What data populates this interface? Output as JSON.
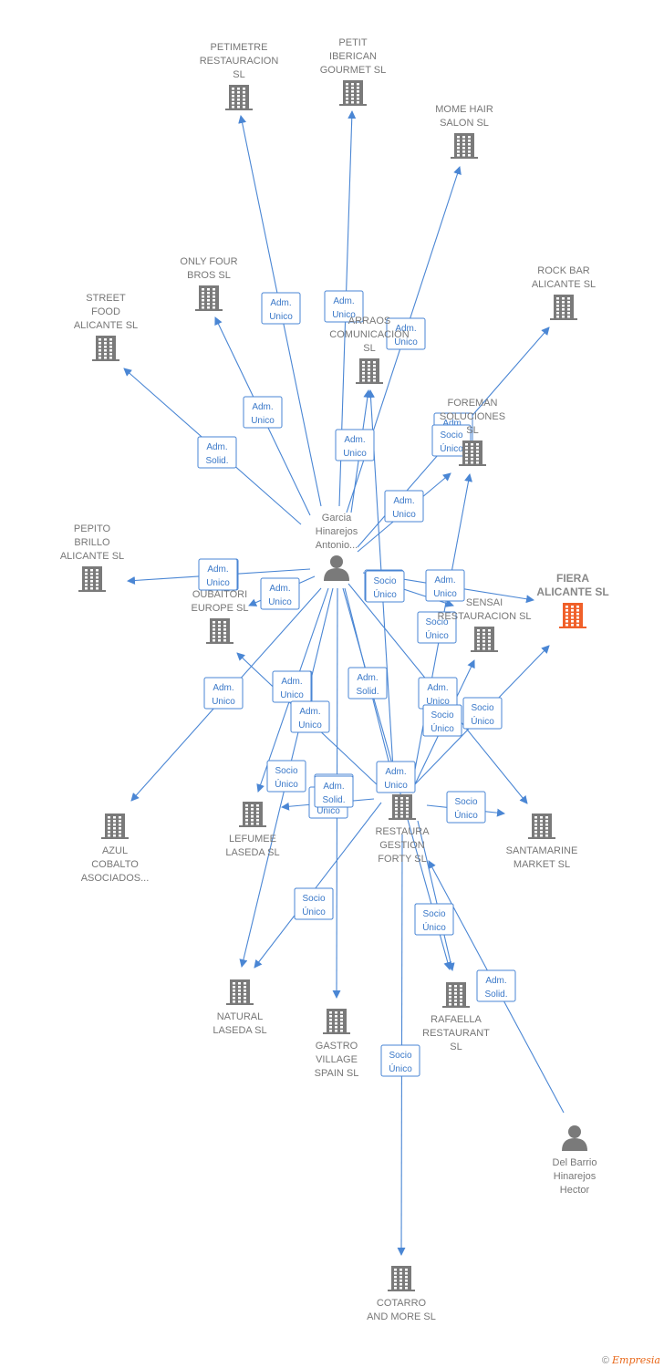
{
  "colors": {
    "edge": "#4a86d4",
    "building": "#7a7a7a",
    "building_highlight": "#f0602a",
    "person": "#7a7a7a",
    "label": "#777777"
  },
  "nodes": [
    {
      "id": "petimetre",
      "type": "company",
      "label": [
        "PETIMETRE",
        "RESTAURACION",
        "SL"
      ]
    },
    {
      "id": "petit",
      "type": "company",
      "label": [
        "PETIT",
        "IBERICAN",
        "GOURMET SL"
      ]
    },
    {
      "id": "mome",
      "type": "company",
      "label": [
        "MOME HAIR",
        "SALON  SL"
      ]
    },
    {
      "id": "onlyfour",
      "type": "company",
      "label": [
        "ONLY FOUR",
        "BROS  SL"
      ]
    },
    {
      "id": "street",
      "type": "company",
      "label": [
        "STREET",
        "FOOD",
        "ALICANTE  SL"
      ]
    },
    {
      "id": "rockbar",
      "type": "company",
      "label": [
        "ROCK BAR",
        "ALICANTE  SL"
      ]
    },
    {
      "id": "arraos",
      "type": "company",
      "label": [
        "ARRAOS",
        "COMUNICACION",
        "SL"
      ]
    },
    {
      "id": "foreman",
      "type": "company",
      "label": [
        "FOREMAN",
        "SOLUCIONES",
        "SL"
      ]
    },
    {
      "id": "pepito",
      "type": "company",
      "label": [
        "PEPITO",
        "BRILLO",
        "ALICANTE  SL"
      ]
    },
    {
      "id": "garcia",
      "type": "person",
      "label": [
        "Garcia",
        "Hinarejos",
        "Antonio..."
      ]
    },
    {
      "id": "fiera",
      "type": "company",
      "highlight": true,
      "label": [
        "FIERA",
        "ALICANTE  SL"
      ]
    },
    {
      "id": "oubaitori",
      "type": "company",
      "label": [
        "OUBAITORI",
        "EUROPE  SL"
      ]
    },
    {
      "id": "sensai",
      "type": "company",
      "label": [
        "SENSAI",
        "RESTAURACION SL"
      ]
    },
    {
      "id": "azul",
      "type": "company",
      "label": [
        "AZUL",
        "COBALTO",
        "ASOCIADOS..."
      ]
    },
    {
      "id": "lefumee",
      "type": "company",
      "label": [
        "LEFUMEE",
        "LASEDA  SL"
      ]
    },
    {
      "id": "restaura",
      "type": "company",
      "label": [
        "RESTAURA",
        "GESTION",
        "FORTY SL"
      ]
    },
    {
      "id": "santamarine",
      "type": "company",
      "label": [
        "SANTAMARINE",
        "MARKET  SL"
      ]
    },
    {
      "id": "natural",
      "type": "company",
      "label": [
        "NATURAL",
        "LASEDA  SL"
      ]
    },
    {
      "id": "gastro",
      "type": "company",
      "label": [
        "GASTRO",
        "VILLAGE",
        "SPAIN  SL"
      ]
    },
    {
      "id": "rafaella",
      "type": "company",
      "label": [
        "RAFAELLA",
        "RESTAURANT",
        "SL"
      ]
    },
    {
      "id": "delbarrio",
      "type": "person",
      "label": [
        "Del Barrio",
        "Hinarejos",
        "Hector"
      ]
    },
    {
      "id": "cotarro",
      "type": "company",
      "label": [
        "COTARRO",
        "AND MORE  SL"
      ]
    }
  ],
  "edges": [
    {
      "from": "garcia",
      "to": "petimetre",
      "label": [
        "Adm.",
        "Unico"
      ]
    },
    {
      "from": "garcia",
      "to": "petit",
      "label": [
        "Adm.",
        "Unico"
      ]
    },
    {
      "from": "garcia",
      "to": "mome",
      "label": [
        "Adm.",
        "Unico"
      ]
    },
    {
      "from": "garcia",
      "to": "onlyfour",
      "label": [
        "Adm.",
        "Unico"
      ]
    },
    {
      "from": "garcia",
      "to": "street",
      "label": [
        "Adm.",
        "Solid."
      ]
    },
    {
      "from": "garcia",
      "to": "arraos",
      "label": [
        "Adm.",
        "Unico"
      ]
    },
    {
      "from": "garcia",
      "to": "rockbar",
      "label": [
        "Adm.",
        "Unico"
      ]
    },
    {
      "from": "garcia",
      "to": "foreman",
      "label": [
        "Adm.",
        "Unico"
      ]
    },
    {
      "from": "garcia",
      "to": "pepito",
      "label": [
        "Adm.",
        "Unico"
      ]
    },
    {
      "from": "garcia",
      "to": "oubaitori",
      "label": [
        "Adm.",
        "Unico"
      ]
    },
    {
      "from": "garcia",
      "to": "fiera",
      "label": [
        "Adm.",
        "Unico"
      ]
    },
    {
      "from": "garcia",
      "to": "sensai",
      "label": [
        "Socio",
        "Único"
      ]
    },
    {
      "from": "garcia",
      "to": "azul",
      "label": [
        "Adm.",
        "Unico"
      ]
    },
    {
      "from": "garcia",
      "to": "lefumee",
      "label": [
        "Adm.",
        "Unico"
      ]
    },
    {
      "from": "garcia",
      "to": "natural",
      "label": [
        "Socio",
        "Único"
      ]
    },
    {
      "from": "garcia",
      "to": "gastro",
      "label": [
        "Adm.",
        "Unico"
      ]
    },
    {
      "from": "garcia",
      "to": "restaura",
      "label": [
        "Adm.",
        "Solid."
      ]
    },
    {
      "from": "garcia",
      "to": "santamarine",
      "label": [
        "Adm.",
        "Unico"
      ]
    },
    {
      "from": "garcia",
      "to": "rafaella",
      "label": [
        "Socio",
        "Único"
      ]
    },
    {
      "from": "restaura",
      "to": "arraos",
      "label": [
        "Socio",
        "Único"
      ]
    },
    {
      "from": "restaura",
      "to": "fiera",
      "label": [
        "Socio",
        "Único"
      ]
    },
    {
      "from": "restaura",
      "to": "foreman",
      "label": [
        "Socio",
        "Único"
      ]
    },
    {
      "from": "restaura",
      "to": "oubaitori",
      "label": [
        "Adm.",
        "Unico"
      ]
    },
    {
      "from": "restaura",
      "to": "lefumee",
      "label": [
        "Socio",
        "Único"
      ]
    },
    {
      "from": "restaura",
      "to": "natural",
      "label": [
        "Socio",
        "Único"
      ]
    },
    {
      "from": "restaura",
      "to": "santamarine",
      "label": [
        "Socio",
        "Único"
      ]
    },
    {
      "from": "restaura",
      "to": "rafaella",
      "label": [
        "Socio",
        "Único"
      ]
    },
    {
      "from": "restaura",
      "to": "cotarro",
      "label": [
        "Socio",
        "Único"
      ]
    },
    {
      "from": "restaura",
      "to": "sensai",
      "label": [
        "Adm.",
        "Unico"
      ]
    },
    {
      "from": "delbarrio",
      "to": "restaura",
      "label": [
        "Adm.",
        "Solid."
      ]
    }
  ],
  "footer": {
    "copyright": "©",
    "brand": "Empresia"
  }
}
